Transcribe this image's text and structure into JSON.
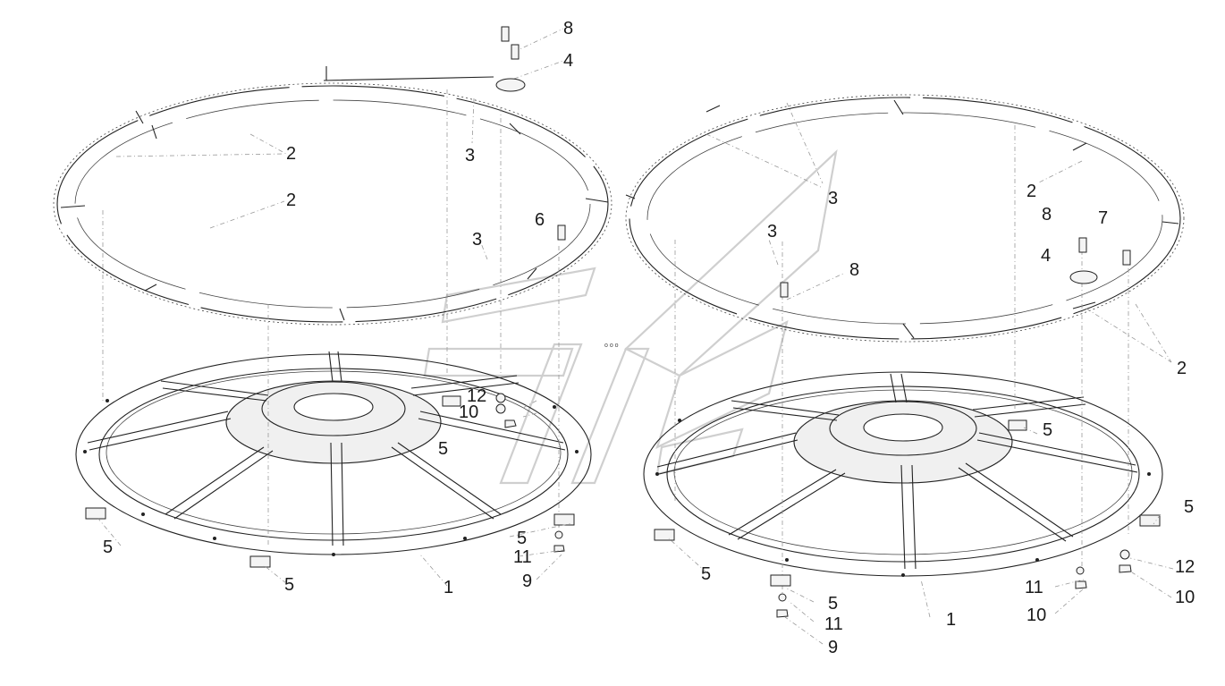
{
  "callouts_left": [
    "8",
    "4",
    "2",
    "2",
    "3",
    "6",
    "3",
    "12",
    "10",
    "5",
    "5",
    "5",
    "5",
    "11",
    "9",
    "1"
  ],
  "callouts_right": [
    "3",
    "2",
    "8",
    "7",
    "4",
    "3",
    "8",
    "2",
    "5",
    "5",
    "5",
    "12",
    "10",
    "11",
    "10",
    "5",
    "11",
    "9",
    "1"
  ]
}
